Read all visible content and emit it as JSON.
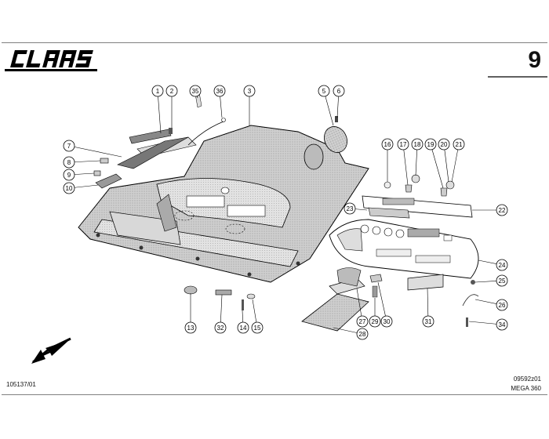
{
  "header": {
    "brand": "CLAAS",
    "page_number": "9"
  },
  "footer": {
    "drawing_ref": "105137/01",
    "code": "09592z01",
    "model": "MEGA 360"
  },
  "callouts": [
    "1",
    "2",
    "3",
    "5",
    "6",
    "7",
    "8",
    "9",
    "10",
    "13",
    "14",
    "15",
    "16",
    "17",
    "18",
    "19",
    "20",
    "21",
    "22",
    "23",
    "24",
    "25",
    "26",
    "27",
    "28",
    "29",
    "30",
    "31",
    "32",
    "34",
    "35",
    "36"
  ]
}
